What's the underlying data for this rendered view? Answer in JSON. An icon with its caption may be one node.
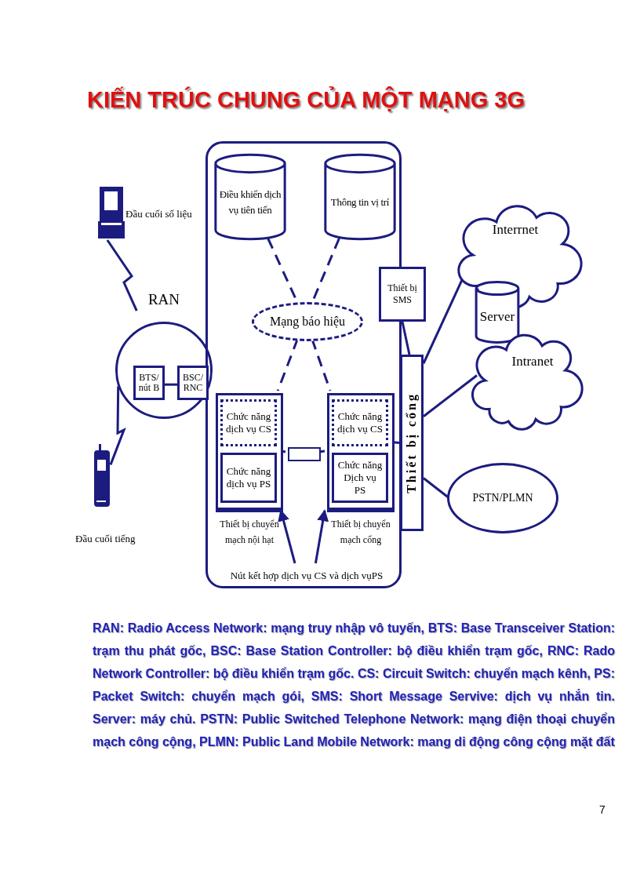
{
  "diagram": {
    "title": "KIẾN TRÚC CHUNG CỦA MỘT MẠNG 3G",
    "nodes": [
      {
        "text": [],
        "shape": "box"
      },
      {
        "text": [
          "Điều khiển dịch vụ tiên tiến"
        ],
        "in": 0
      },
      {
        "text": [
          "Thông tin vị trí"
        ],
        "in": 0
      },
      {
        "text": [
          "Mạng báo hiệu"
        ],
        "in": 0
      },
      {
        "text": [
          "Thiết bị chuyển mạch nội hạt"
        ],
        "in": 0
      },
      {
        "text": [
          "Chức năng dịch vụ CS"
        ],
        "in": 4
      },
      {
        "text": [
          "Chức năng dịch vụ PS"
        ],
        "in": 4
      },
      {
        "text": [
          "Thiết bị chuyển mạch cổng"
        ],
        "in": 0
      },
      {
        "text": [
          "Chức năng dịch vụ CS"
        ],
        "in": 7
      },
      {
        "text": [
          "Chức năng Dịch vụ PS"
        ],
        "in": 7
      },
      {
        "text": [],
        "shape": "box",
        "in": 0
      },
      {
        "text": [
          "Nút kết hợp dịch vụ CS và dịch vụPS"
        ],
        "in": 0
      },
      {
        "text": [
          "Thiết bị SMS"
        ]
      },
      {
        "text": [
          "Thiết bị cổng"
        ]
      },
      {
        "text": [
          "Interrnet"
        ]
      },
      {
        "text": [
          "Server"
        ]
      },
      {
        "text": [
          "Intranet"
        ]
      },
      {
        "text": [
          "PSTN/PLMN"
        ]
      },
      {
        "text": [
          "RAN"
        ]
      },
      {
        "text": [
          "BTS/ nút B"
        ],
        "in": 18
      },
      {
        "text": [
          "BSC/ RNC"
        ],
        "in": 18
      },
      {
        "text": [
          "Đầu cuối số liệu"
        ]
      },
      {
        "text": [
          "Đầu cuối tiếng"
        ]
      }
    ],
    "edges": [
      {
        "from": 1,
        "to": 3,
        "arrow": "none",
        "style": "dashed"
      },
      {
        "from": 2,
        "to": 3,
        "arrow": "none",
        "style": "dashed"
      },
      {
        "from": 3,
        "to": 4,
        "arrow": "none",
        "style": "dashed"
      },
      {
        "from": 3,
        "to": 7,
        "arrow": "none",
        "style": "dashed"
      },
      {
        "from": 4,
        "to": 10,
        "arrow": "none"
      },
      {
        "from": 10,
        "to": 7,
        "arrow": "none"
      },
      {
        "from": 11,
        "to": 4,
        "arrow": "to"
      },
      {
        "from": 11,
        "to": 7,
        "arrow": "to"
      },
      {
        "from": 8,
        "to": 13,
        "arrow": "none"
      },
      {
        "from": 12,
        "to": 13,
        "arrow": "none"
      },
      {
        "from": 13,
        "to": 14,
        "arrow": "none"
      },
      {
        "from": 13,
        "to": 16,
        "arrow": "none"
      },
      {
        "from": 13,
        "to": 17,
        "arrow": "none"
      },
      {
        "from": 19,
        "to": 20,
        "arrow": "none"
      },
      {
        "from": 21,
        "to": 18,
        "arrow": "none"
      },
      {
        "from": 22,
        "to": 18,
        "arrow": "none"
      }
    ],
    "labels": [
      "RAN: Radio Access Network: mạng truy nhập vô tuyến, BTS: Base Transceiver Station: trạm thu phát gốc, BSC: Base Station Controller: bộ điều khiển trạm gốc, RNC: Rado Network Controller: bộ điều khiển trạm gốc. CS: Circuit Switch: chuyển mạch kênh, PS: Packet Switch: chuyển mạch gói, SMS: Short Message Servive: dịch vụ nhắn tin. Server: máy chủ. PSTN: Public Switched Telephone Network: mạng điện thoại chuyển mạch công cộng, PLMN: Public Land Mobile Network: mang di động công cộng mặt đất",
      "7"
    ]
  }
}
